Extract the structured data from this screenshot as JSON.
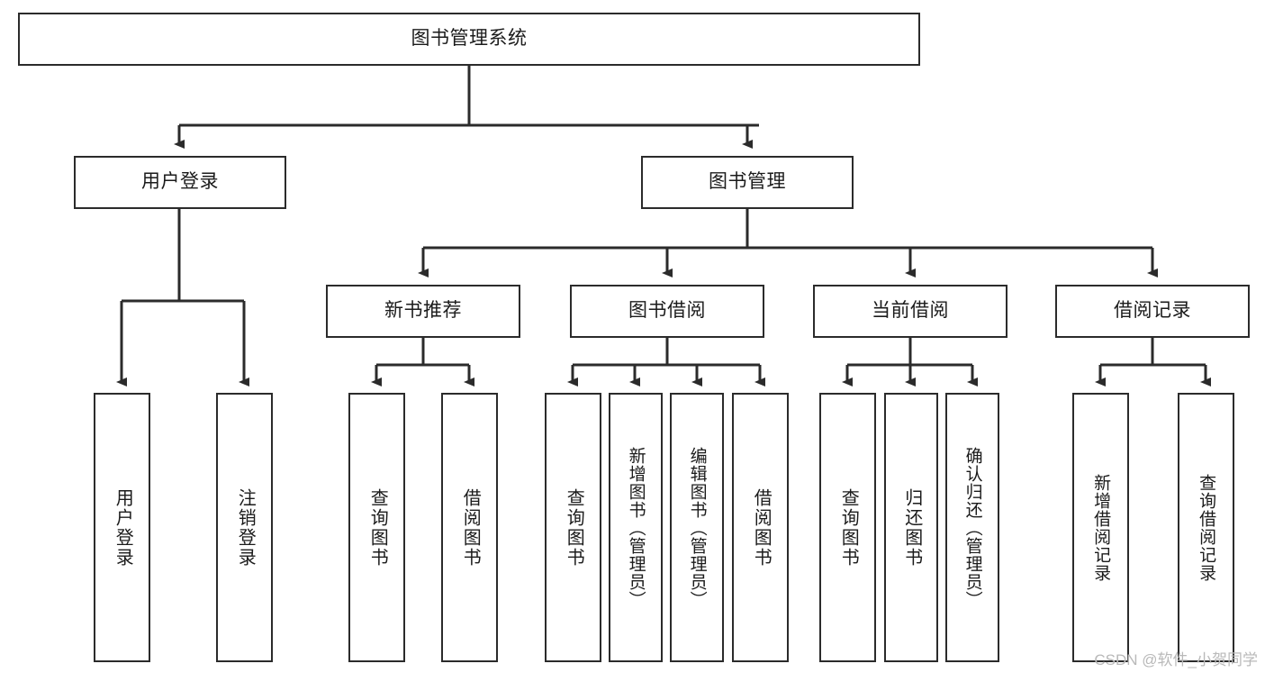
{
  "diagram": {
    "title": "图书管理系统",
    "type": "tree-hierarchy-diagram",
    "stroke_color": "#2b2b2b",
    "fill_color": "#ffffff",
    "text_color": "#1b1b1b",
    "root": {
      "label": "图书管理系统"
    },
    "level2": [
      {
        "label": "用户登录"
      },
      {
        "label": "图书管理"
      }
    ],
    "level3": [
      {
        "label": "新书推荐"
      },
      {
        "label": "图书借阅"
      },
      {
        "label": "当前借阅"
      },
      {
        "label": "借阅记录"
      }
    ],
    "leaves": {
      "user_login": [
        {
          "label": "用户登录"
        },
        {
          "label": "注销登录"
        }
      ],
      "new_book_recommend": [
        {
          "label": "查询图书"
        },
        {
          "label": "借阅图书"
        }
      ],
      "book_borrow": [
        {
          "label": "查询图书"
        },
        {
          "label": "新增图书（管理员）"
        },
        {
          "label": "编辑图书（管理员）"
        },
        {
          "label": "借阅图书"
        }
      ],
      "current_borrow": [
        {
          "label": "查询图书"
        },
        {
          "label": "归还图书"
        },
        {
          "label": "确认归还（管理员）"
        }
      ],
      "borrow_record": [
        {
          "label": "新增借阅记录"
        },
        {
          "label": "查询借阅记录"
        }
      ]
    }
  },
  "watermark": {
    "text": "CSDN @软件_小贺同学"
  }
}
